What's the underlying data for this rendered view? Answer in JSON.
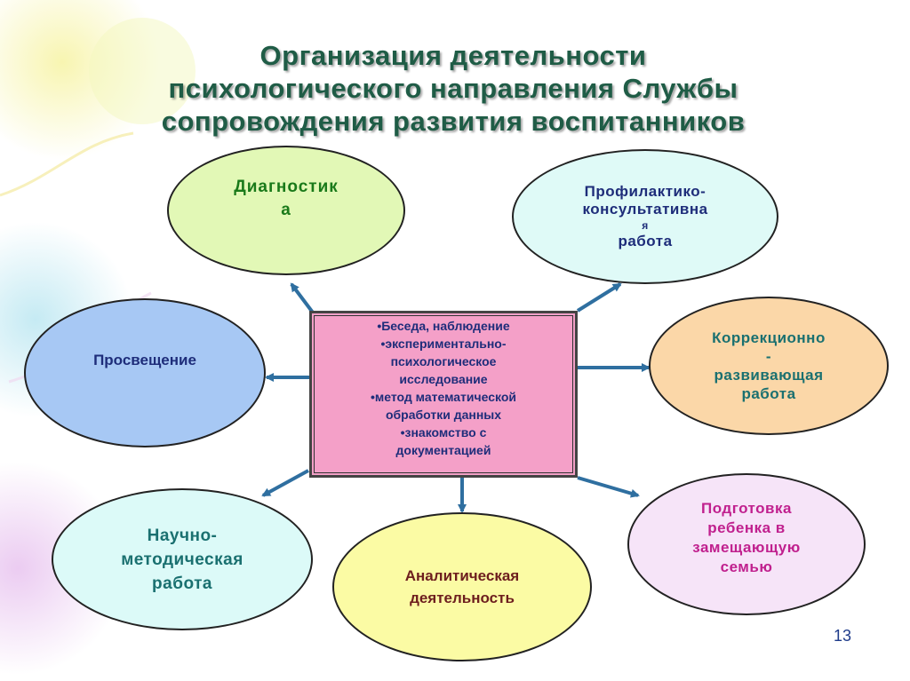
{
  "title": {
    "line1": "Организация деятельности",
    "line2": "психологического направления Службы",
    "line3": "сопровождения развития воспитанников"
  },
  "center": {
    "lines": [
      "•Беседа, наблюдение",
      "•экспериментально-",
      "психологическое",
      "исследование",
      "•метод математической",
      "обработки данных",
      "•знакомство с",
      "документацией"
    ]
  },
  "nodes": {
    "diagnostics": {
      "lines": [
        "Диагностик",
        "а"
      ],
      "fill": "#e2f8b6",
      "text_color": "#1a7a1a"
    },
    "prevention": {
      "lines": [
        "Профилактико-",
        "консультативна",
        "я",
        "работа"
      ],
      "fill": "#dffaf7",
      "text_color": "#1e2d7a"
    },
    "education": {
      "lines": [
        "Просвещение"
      ],
      "fill": "#a7c8f4",
      "text_color": "#1e2d7a"
    },
    "correction": {
      "lines": [
        "Коррекционно",
        "-",
        "развивающая",
        "работа"
      ],
      "fill": "#fbd7a8",
      "text_color": "#1a7070"
    },
    "methodology": {
      "lines": [
        "Научно-",
        "методическая",
        "работа"
      ],
      "fill": "#dcfaf8",
      "text_color": "#1a7070"
    },
    "analytics": {
      "lines": [
        "Аналитическая",
        "деятельность"
      ],
      "fill": "#fbfba4",
      "text_color": "#6d1e1e"
    },
    "family": {
      "lines": [
        "Подготовка",
        "ребенка в",
        "замещающую",
        "семью"
      ],
      "fill": "#f6e4f8",
      "text_color": "#c0208e"
    }
  },
  "colors": {
    "arrow": "#2f6fa0",
    "title": "#1f5c46",
    "center_fill": "#f4a0c8"
  },
  "page_number": "13"
}
